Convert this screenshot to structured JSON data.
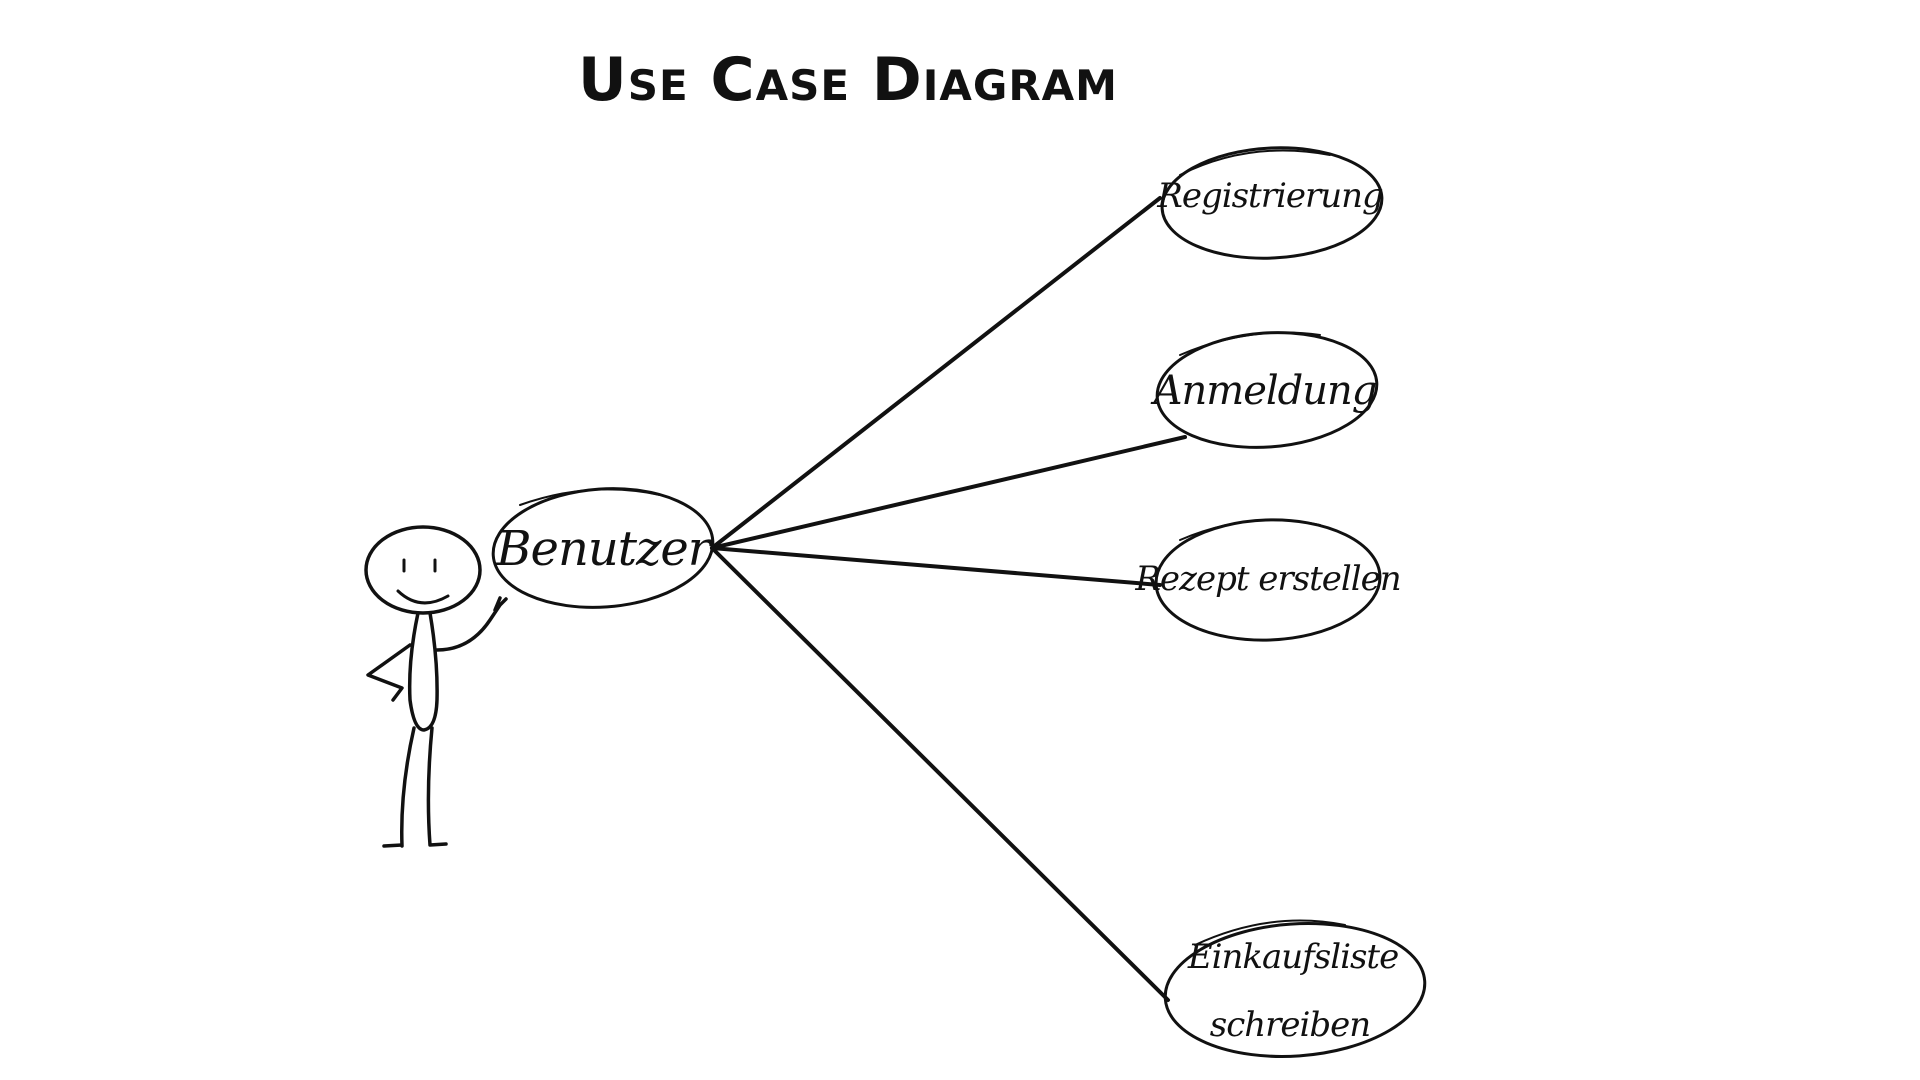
{
  "title": "Use Case Diagram",
  "actor": {
    "label": "Benutzer"
  },
  "use_cases": [
    {
      "id": "registrierung",
      "lines": [
        "Registrierung"
      ]
    },
    {
      "id": "anmeldung",
      "lines": [
        "Anmeldung"
      ]
    },
    {
      "id": "rezept-erstellen",
      "lines": [
        "Rezept erstellen"
      ]
    },
    {
      "id": "einkaufsliste-schreiben",
      "lines": [
        "Einkaufsliste",
        "schreiben"
      ]
    }
  ],
  "colors": {
    "ink": "#111111",
    "background": "#ffffff"
  }
}
